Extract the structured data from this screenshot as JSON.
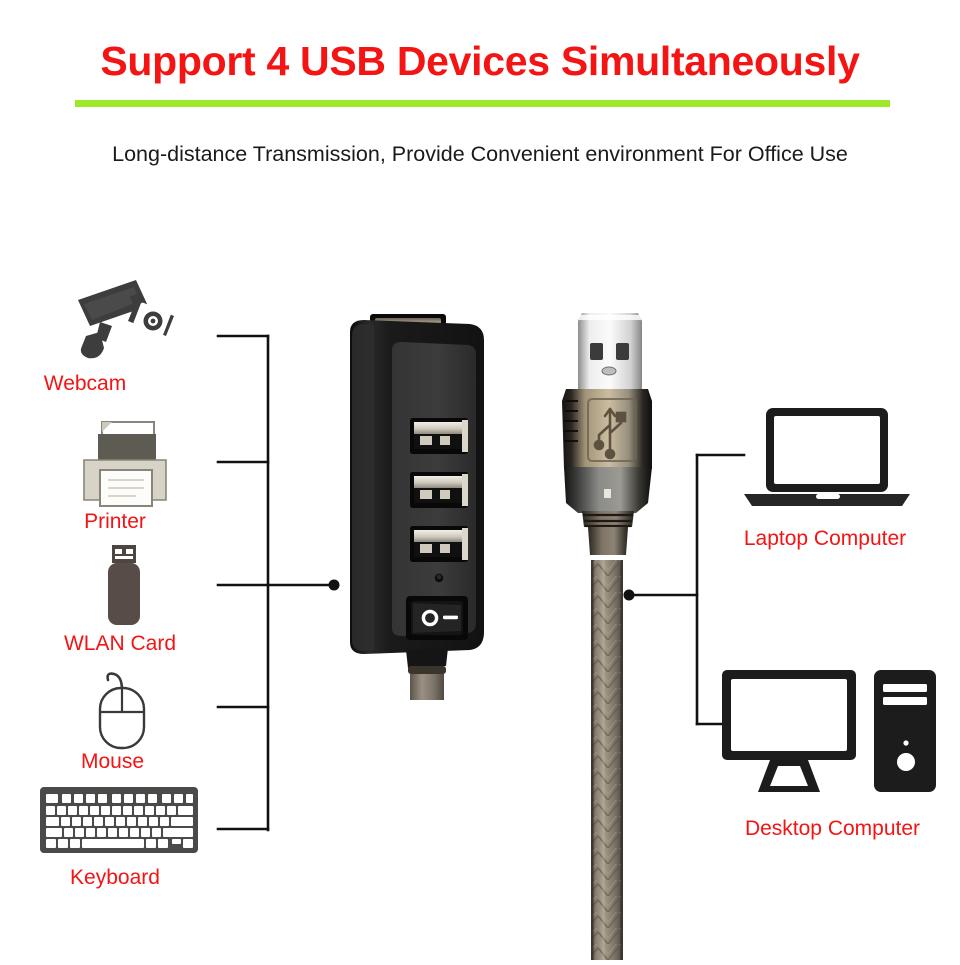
{
  "header": {
    "title": "Support 4 USB Devices Simultaneously",
    "subtitle": "Long-distance Transmission, Provide Convenient environment For Office Use",
    "title_color": "#f41414",
    "divider_color": "#9ee82a",
    "subtitle_color": "#1a1a1a"
  },
  "left_devices": [
    {
      "label": "Webcam",
      "icon": "security-camera-icon"
    },
    {
      "label": "Printer",
      "icon": "printer-icon"
    },
    {
      "label": "WLAN Card",
      "icon": "usb-flash-drive-icon"
    },
    {
      "label": "Mouse",
      "icon": "mouse-icon"
    },
    {
      "label": "Keyboard",
      "icon": "keyboard-icon"
    }
  ],
  "right_devices": [
    {
      "label": "Laptop Computer",
      "icon": "laptop-icon"
    },
    {
      "label": "Desktop Computer",
      "icon": "desktop-tower-icon"
    }
  ],
  "product": {
    "name": "usb-hub",
    "ports_side": 3,
    "ports_top": 1,
    "total_ports": 4,
    "power_switch": {
      "off_symbol": "O",
      "on_symbol": "—"
    },
    "led_indicator": true,
    "connector": "usb-a-male-plug",
    "connector_logo": "usb-trident-icon",
    "cable": "braided-shielded-cable",
    "body_color": "#1b1b1b",
    "cable_color": "#8c8275"
  },
  "label_color": "#f41414"
}
